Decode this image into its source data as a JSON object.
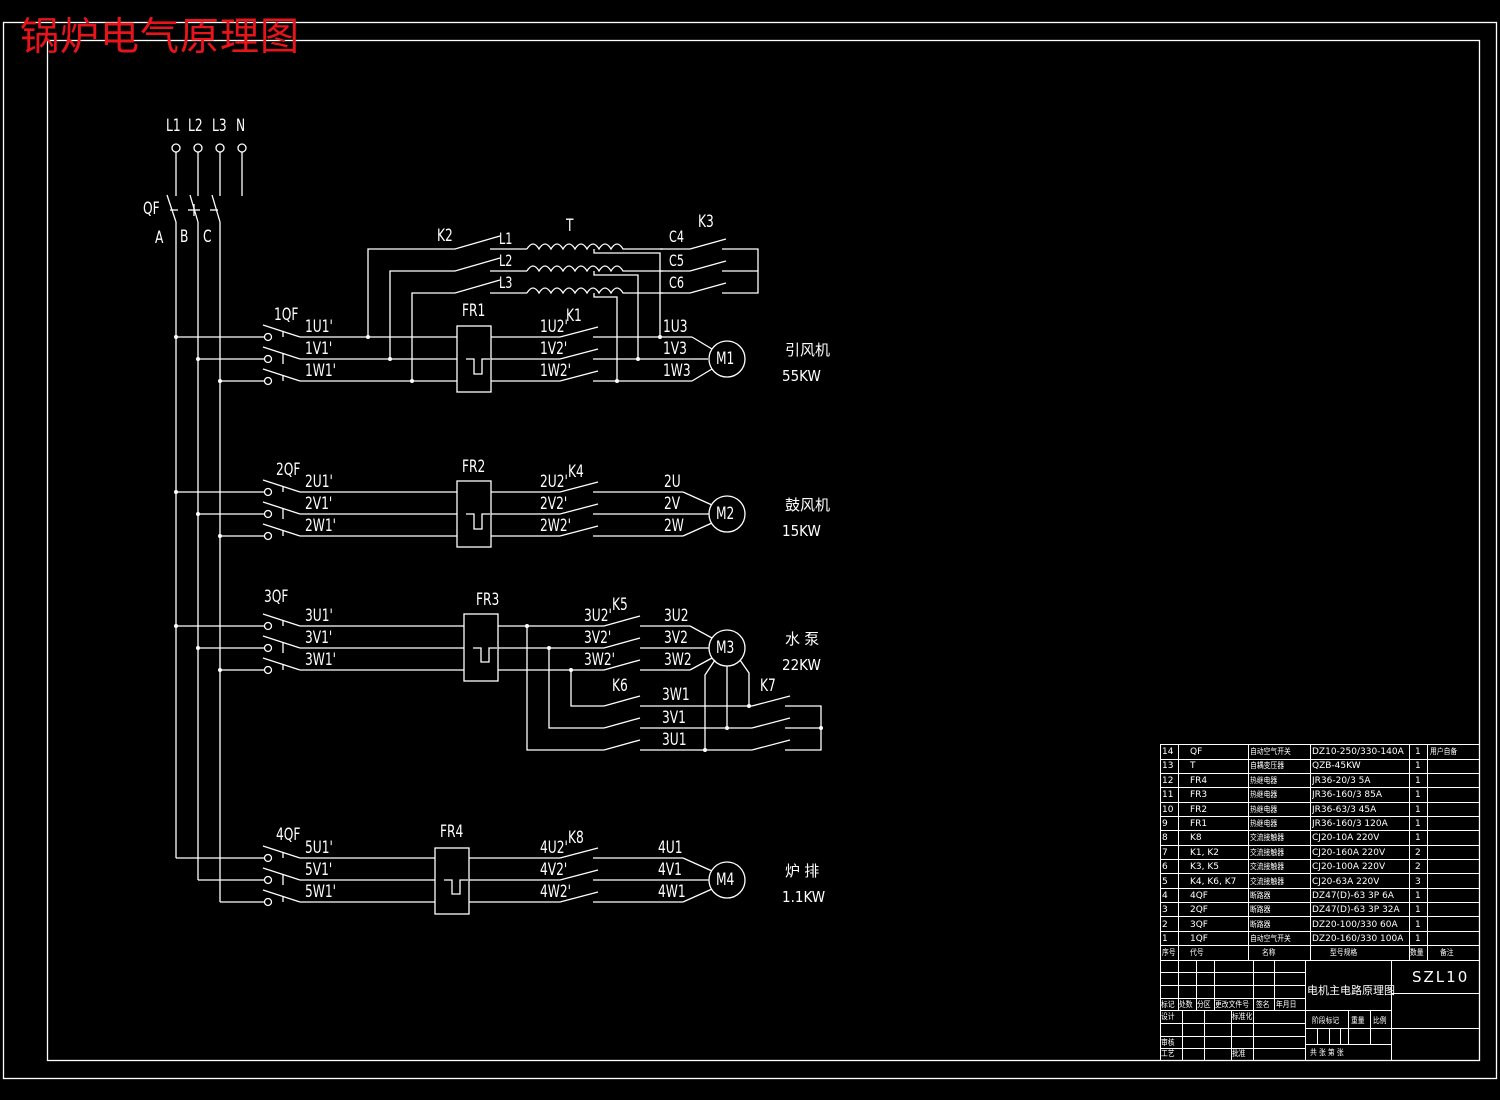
{
  "drawing": {
    "title": "锅炉电气原理图",
    "title_color": "#e8141b",
    "line_color": "#ffffff",
    "background": "#000000"
  },
  "supply": {
    "phases": [
      "L1",
      "L2",
      "L3",
      "N"
    ],
    "main_breaker": "QF",
    "buses": [
      "A",
      "B",
      "C"
    ]
  },
  "transformer": {
    "label": "T",
    "switch_in": "K2",
    "switch_out": "K3",
    "taps_in": [
      "L1",
      "L2",
      "L3"
    ],
    "taps_out": [
      "C4",
      "C5",
      "C6"
    ]
  },
  "circuits": [
    {
      "breaker": "1QF",
      "breaker_terms": [
        "1U1'",
        "1V1'",
        "1W1'"
      ],
      "relay": "FR1",
      "contactor": "K1",
      "contactor_terms": [
        "1U2'",
        "1V2'",
        "1W2'"
      ],
      "motor_terms": [
        "1U3",
        "1V3",
        "1W3"
      ],
      "motor": "M1",
      "name": "引风机",
      "power": "55KW"
    },
    {
      "breaker": "2QF",
      "breaker_terms": [
        "2U1'",
        "2V1'",
        "2W1'"
      ],
      "relay": "FR2",
      "contactor": "K4",
      "contactor_terms": [
        "2U2'",
        "2V2'",
        "2W2'"
      ],
      "motor_terms": [
        "2U",
        "2V",
        "2W"
      ],
      "motor": "M2",
      "name": "鼓风机",
      "power": "15KW"
    },
    {
      "breaker": "3QF",
      "breaker_terms": [
        "3U1'",
        "3V1'",
        "3W1'"
      ],
      "relay": "FR3",
      "contactor": "K5",
      "contactor_terms": [
        "3U2'",
        "3V2'",
        "3W2'"
      ],
      "motor_terms": [
        "3U2",
        "3V2",
        "3W2"
      ],
      "motor": "M3",
      "name": "水 泵",
      "power": "22KW",
      "star_delta": {
        "contactor_delta": "K6",
        "contactor_star": "K7",
        "terms": [
          "3W1",
          "3V1",
          "3U1"
        ]
      }
    },
    {
      "breaker": "4QF",
      "breaker_terms": [
        "5U1'",
        "5V1'",
        "5W1'"
      ],
      "relay": "FR4",
      "contactor": "K8",
      "contactor_terms": [
        "4U2'",
        "4V2'",
        "4W2'"
      ],
      "motor_terms": [
        "4U1",
        "4V1",
        "4W1"
      ],
      "motor": "M4",
      "name": "炉 排",
      "power": "1.1KW"
    }
  ],
  "parts_list": {
    "headers": [
      "序号",
      "代号",
      "名称",
      "型号规格",
      "数量",
      "备注"
    ],
    "rows": [
      {
        "no": "14",
        "code": "QF",
        "name": "自动空气开关",
        "model": "DZ10-250/330-140A",
        "qty": "1",
        "note": "用户自备"
      },
      {
        "no": "13",
        "code": "T",
        "name": "自耦变压器",
        "model": "QZB-45KW",
        "qty": "1",
        "note": ""
      },
      {
        "no": "12",
        "code": "FR4",
        "name": "热继电器",
        "model": "JR36-20/3 5A",
        "qty": "1",
        "note": ""
      },
      {
        "no": "11",
        "code": "FR3",
        "name": "热继电器",
        "model": "JR36-160/3 85A",
        "qty": "1",
        "note": ""
      },
      {
        "no": "10",
        "code": "FR2",
        "name": "热继电器",
        "model": "JR36-63/3 45A",
        "qty": "1",
        "note": ""
      },
      {
        "no": "9",
        "code": "FR1",
        "name": "热继电器",
        "model": "JR36-160/3 120A",
        "qty": "1",
        "note": ""
      },
      {
        "no": "8",
        "code": "K8",
        "name": "交流接触器",
        "model": "CJ20-10A 220V",
        "qty": "1",
        "note": ""
      },
      {
        "no": "7",
        "code": "K1, K2",
        "name": "交流接触器",
        "model": "CJ20-160A 220V",
        "qty": "2",
        "note": ""
      },
      {
        "no": "6",
        "code": "K3, K5",
        "name": "交流接触器",
        "model": "CJ20-100A 220V",
        "qty": "2",
        "note": ""
      },
      {
        "no": "5",
        "code": "K4, K6, K7",
        "name": "交流接触器",
        "model": "CJ20-63A 220V",
        "qty": "3",
        "note": ""
      },
      {
        "no": "4",
        "code": "4QF",
        "name": "断路器",
        "model": "DZ47(D)-63 3P 6A",
        "qty": "1",
        "note": ""
      },
      {
        "no": "3",
        "code": "2QF",
        "name": "断路器",
        "model": "DZ47(D)-63 3P 32A",
        "qty": "1",
        "note": ""
      },
      {
        "no": "2",
        "code": "3QF",
        "name": "断路器",
        "model": "DZ20-100/330 60A",
        "qty": "1",
        "note": ""
      },
      {
        "no": "1",
        "code": "1QF",
        "name": "自动空气开关",
        "model": "DZ20-160/330 100A",
        "qty": "1",
        "note": ""
      }
    ]
  },
  "title_block": {
    "drawing_name": "电机主电路原理图",
    "drawing_number": "SZL10",
    "revision_headers": [
      "标记",
      "处数",
      "分区",
      "更改文件号",
      "签名",
      "年月日"
    ],
    "roles": [
      "设计",
      "标准化",
      "审核",
      "工艺",
      "批准"
    ],
    "stage_headers": [
      "阶段标记",
      "重量",
      "比例"
    ],
    "sheet_text": "共 张 第 张"
  }
}
